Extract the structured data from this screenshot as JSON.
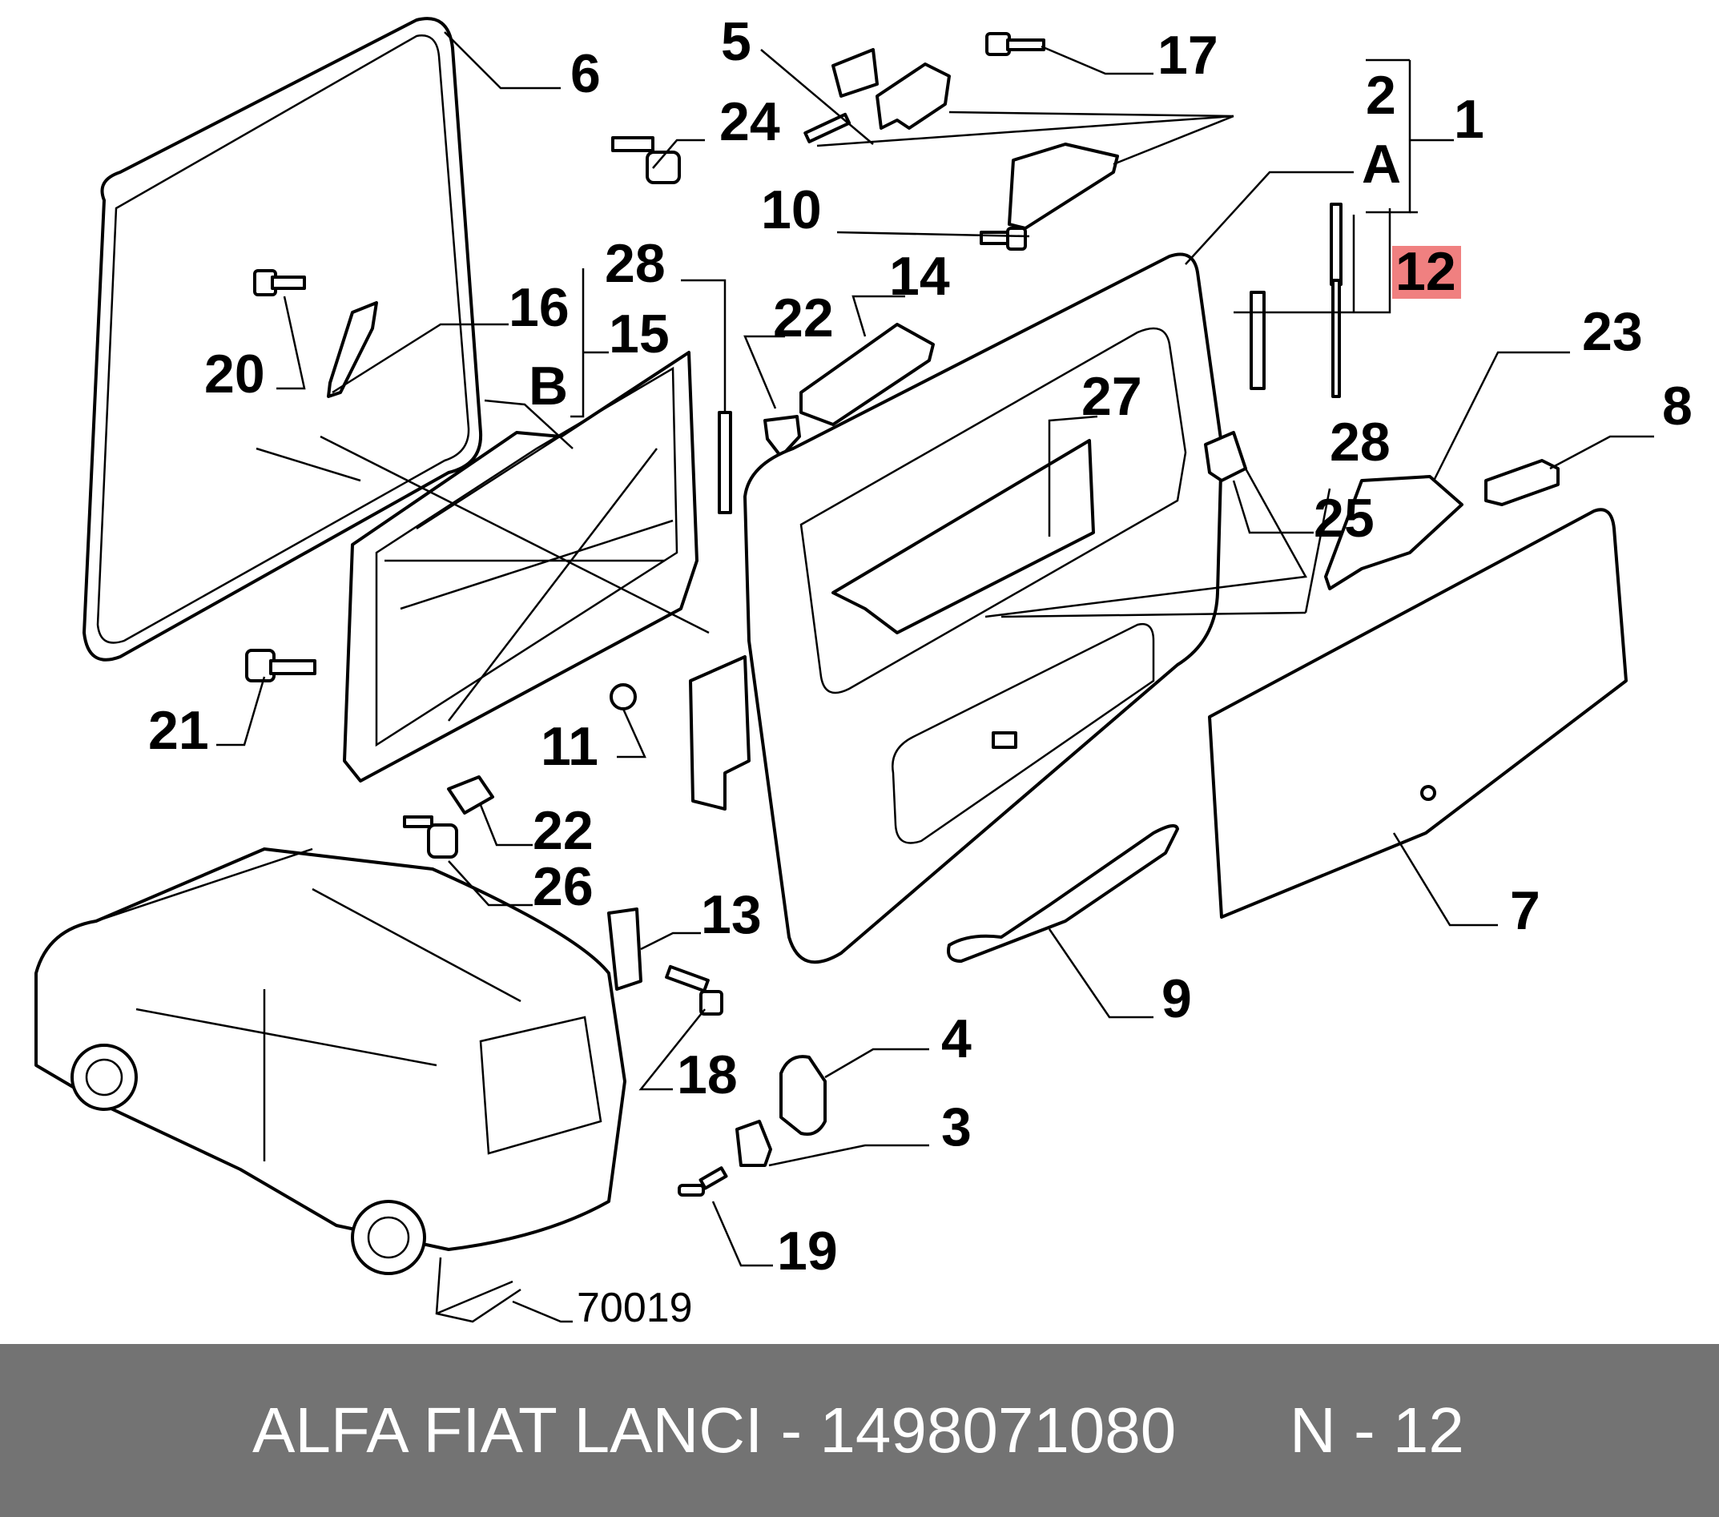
{
  "diagram": {
    "highlight_color": "#f08080",
    "highlighted_callout": "12",
    "callouts": {
      "c1": "1",
      "c2": "2",
      "cA": "A",
      "c3": "3",
      "c4": "4",
      "c5": "5",
      "c6": "6",
      "c7": "7",
      "c8": "8",
      "c9": "9",
      "c10": "10",
      "c11": "11",
      "c12": "12",
      "c13": "13",
      "c14": "14",
      "c15": "15",
      "c16": "16",
      "cB": "B",
      "c17": "17",
      "c18": "18",
      "c19": "19",
      "c20": "20",
      "c21": "21",
      "c22a": "22",
      "c22b": "22",
      "c23": "23",
      "c24": "24",
      "c25": "25",
      "c26": "26",
      "c27": "27",
      "c28a": "28",
      "c28b": "28"
    },
    "figure_ref": "70019"
  },
  "footer": {
    "background": "#737373",
    "left_text": "ALFA FIAT LANCI - 1498071080",
    "right_text": "N - 12"
  }
}
